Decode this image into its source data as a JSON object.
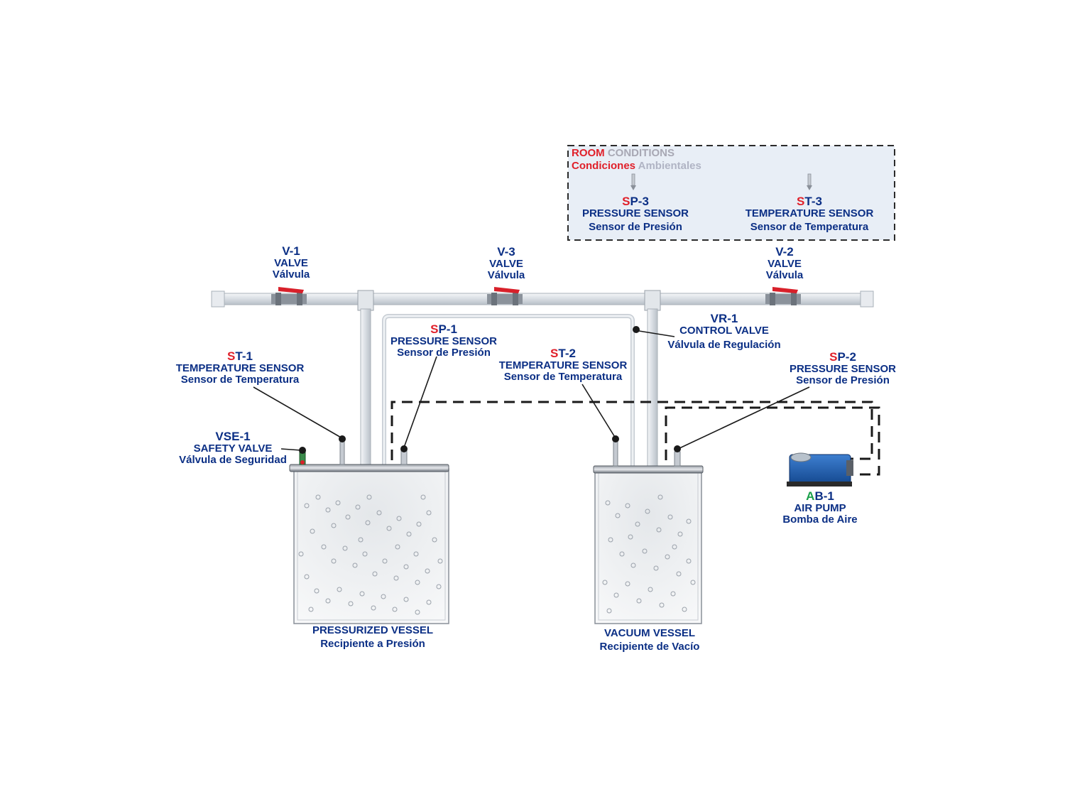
{
  "room_conditions": {
    "title_en_red": "ROOM ",
    "title_en_gray": "CONDITIONS",
    "title_es_red": "Condiciones ",
    "title_es_gray": "Ambientales"
  },
  "sensors": {
    "sp3": {
      "code_prefix": "S",
      "code_rest": "P-3",
      "en": "PRESSURE SENSOR",
      "es": "Sensor de Presión"
    },
    "st3": {
      "code_prefix": "S",
      "code_rest": "T-3",
      "en": "TEMPERATURE SENSOR",
      "es": "Sensor de Temperatura"
    },
    "sp1": {
      "code_prefix": "S",
      "code_rest": "P-1",
      "en": "PRESSURE SENSOR",
      "es": "Sensor de Presión"
    },
    "st1": {
      "code_prefix": "S",
      "code_rest": "T-1",
      "en": "TEMPERATURE SENSOR",
      "es": "Sensor de Temperatura"
    },
    "st2": {
      "code_prefix": "S",
      "code_rest": "T-2",
      "en": "TEMPERATURE SENSOR",
      "es": "Sensor de Temperatura"
    },
    "sp2": {
      "code_prefix": "S",
      "code_rest": "P-2",
      "en": "PRESSURE SENSOR",
      "es": "Sensor de Presión"
    }
  },
  "valves": {
    "v1": {
      "code": "V-1",
      "en": "VALVE",
      "es": "Válvula"
    },
    "v3": {
      "code": "V-3",
      "en": "VALVE",
      "es": "Válvula"
    },
    "v2": {
      "code": "V-2",
      "en": "VALVE",
      "es": "Válvula"
    },
    "vr1": {
      "code": "VR-1",
      "en": "CONTROL VALVE",
      "es": "Válvula de Regulación"
    },
    "vse1": {
      "code": "VSE-1",
      "en": "SAFETY VALVE",
      "es": "Válvula de Seguridad"
    }
  },
  "pump": {
    "code_prefix": "A",
    "code_rest": "B-1",
    "en": "AIR PUMP",
    "es": "Bomba de Aire"
  },
  "vessels": {
    "pressurized": {
      "en": "PRESSURIZED VESSEL",
      "es": "Recipiente a Presión"
    },
    "vacuum": {
      "en": "VACUUM VESSEL",
      "es": "Recipiente de Vacío"
    }
  },
  "colors": {
    "label_blue": "#0b2f85",
    "code_red": "#e0202a",
    "code_green": "#1aa04a",
    "pipe_fill": "#dde2e8",
    "pipe_stroke": "#a9b0b8",
    "valve_handle": "#d8202a",
    "panel_fill": "#e8eef6",
    "pump_blue": "#1d57a8"
  }
}
